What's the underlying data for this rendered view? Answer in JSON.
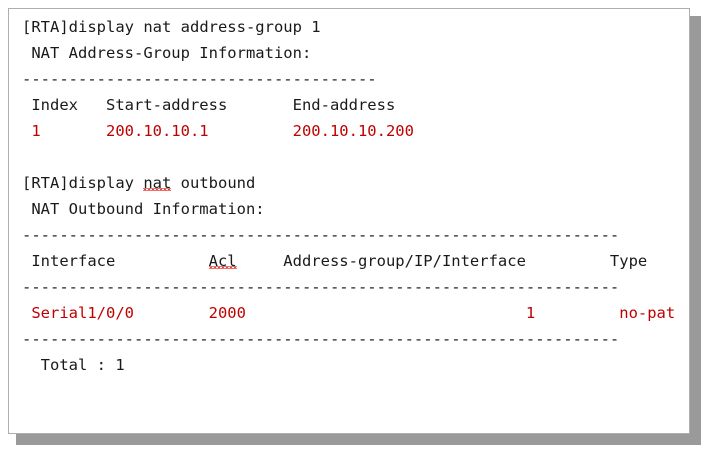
{
  "window": {
    "kind": "cli-console-output",
    "border_color": "#aeaeae",
    "shadow_color": "#9a9a9a",
    "background_color": "#ffffff"
  },
  "colors": {
    "text": "#1a1a1a",
    "highlight": "#c00000",
    "spellcheck_underline": "#e0443e"
  },
  "console": {
    "rules": {
      "short_rule": "--------------------------------------",
      "long_rule": "----------------------------------------------------------------"
    },
    "blocks": [
      {
        "command_prompt": "[RTA]",
        "command": "display nat address-group 1",
        "title": " NAT Address-Group Information:",
        "columns": [
          "Index",
          "Start-address",
          "End-address"
        ],
        "header_line": " Index   Start-address       End-address",
        "rows": [
          {
            "index": "1",
            "start_address": "200.10.10.1",
            "end_address": "200.10.10.200",
            "line": " 1       200.10.10.1         200.10.10.200"
          }
        ]
      },
      {
        "command_prompt": "[RTA]",
        "command_pre": "display ",
        "command_misspelled": "nat",
        "command_post": " outbound",
        "command": "display nat outbound",
        "title": " NAT Outbound Information:",
        "columns": [
          "Interface",
          "Acl",
          "Address-group/IP/Interface",
          "Type"
        ],
        "header_pre": " Interface          ",
        "header_misspelled": "Acl",
        "header_post": "     Address-group/IP/Interface         Type",
        "rows": [
          {
            "interface": "Serial1/0/0",
            "acl": "2000",
            "address_group": "1",
            "type": "no-pat",
            "line": " Serial1/0/0        2000                              1         no-pat"
          }
        ],
        "total_label": "  Total : 1"
      }
    ]
  }
}
